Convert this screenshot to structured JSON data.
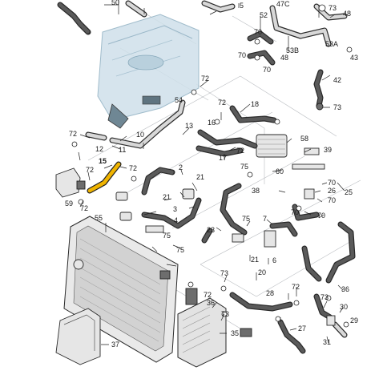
{
  "diagram": {
    "labels": {
      "l50": "50",
      "l47c": "47C",
      "l5": "5",
      "l52": "52",
      "l73a": "73",
      "l48a": "48",
      "l70a": "70",
      "l48b": "48",
      "l70b": "70",
      "l53b": "53B",
      "l53a": "53A",
      "l43": "43",
      "l42": "42",
      "l73b": "73",
      "l72a": "72",
      "l54": "54",
      "l72b": "72",
      "l18": "18",
      "l16": "16",
      "l13": "13",
      "l72c": "72",
      "l12": "12",
      "l11": "11",
      "l10": "10",
      "l72d": "72",
      "l72e": "72",
      "l17": "17",
      "l58": "58",
      "l39": "39",
      "l60": "60",
      "l15": "15",
      "l72f": "72",
      "l72g": "72",
      "l2": "2",
      "l21a": "21",
      "l75a": "75",
      "l70c": "70",
      "l38": "38",
      "l26": "26",
      "l25": "25",
      "l70d": "70",
      "l59": "59",
      "l72h": "72",
      "l21b": "21",
      "l3": "3",
      "l70e": "70",
      "l70f": "70",
      "l55": "55",
      "l4": "4",
      "l23": "23",
      "l75b": "75",
      "l75c": "75",
      "l7": "7",
      "l75d": "75",
      "l21c": "21",
      "l6": "6",
      "l20": "20",
      "l73c": "73",
      "l72i": "72",
      "l36": "36",
      "l28": "28",
      "l72j": "72",
      "l73d": "73",
      "l36b": "36",
      "l30": "30",
      "l29": "29",
      "l37": "37",
      "l35": "35",
      "l73e": "73",
      "l27": "27",
      "l31": "31"
    }
  }
}
